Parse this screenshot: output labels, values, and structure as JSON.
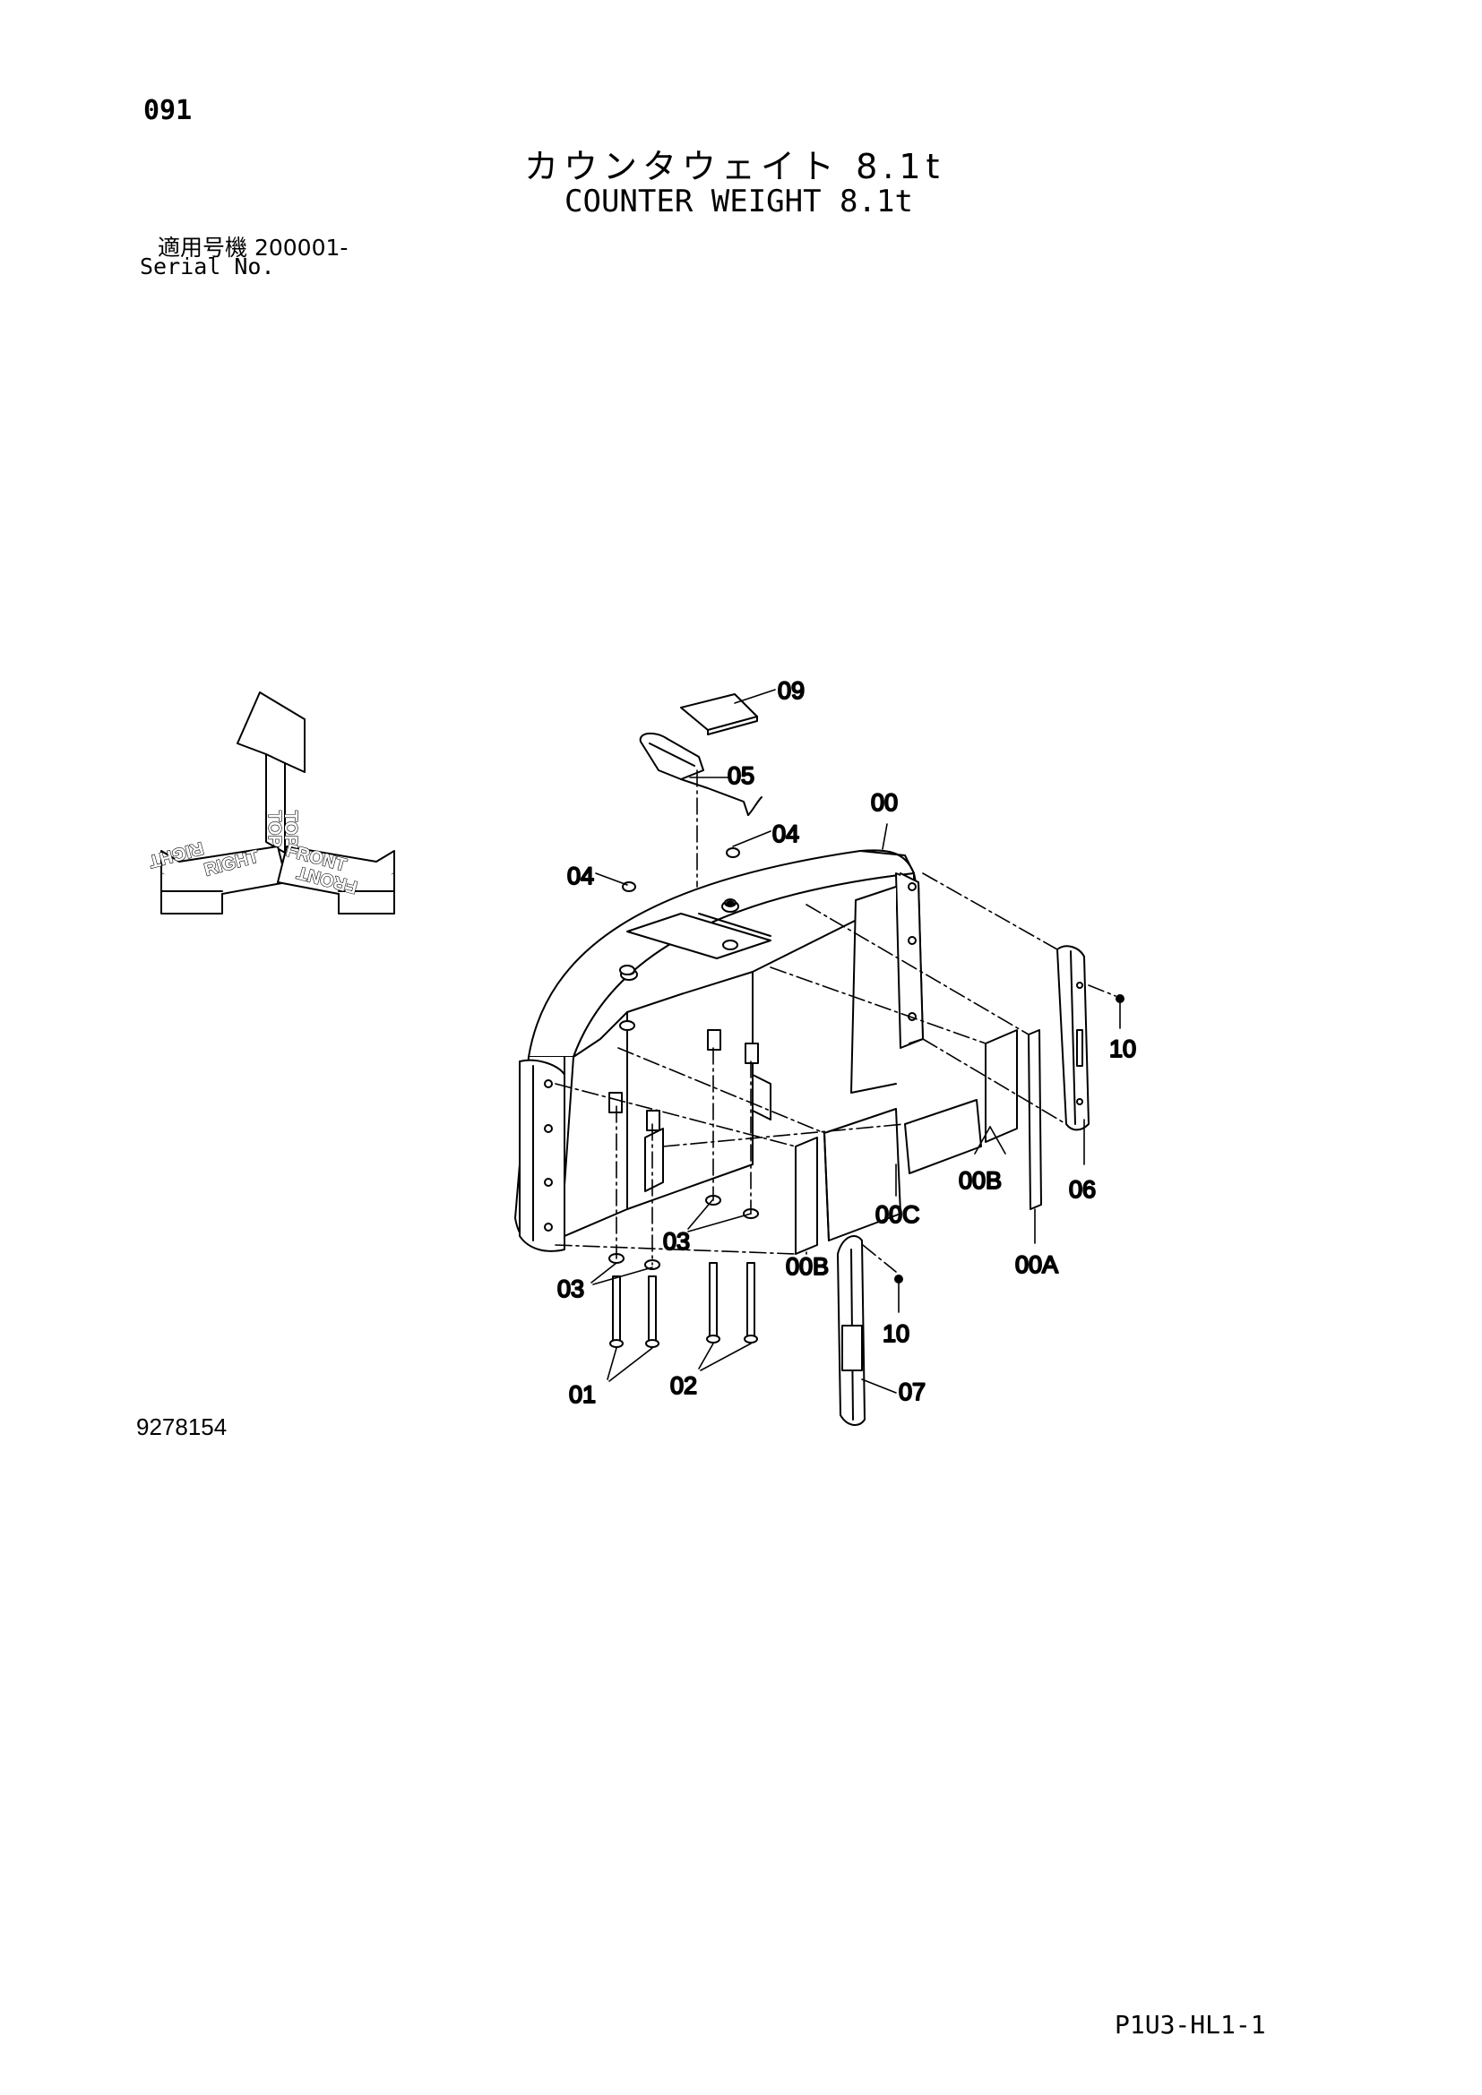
{
  "header": {
    "page_number": "091",
    "title_jp": "カウンタウェイト 8.1t",
    "title_en": "COUNTER WEIGHT 8.1t",
    "serial_label_jp": "適用号機  200001-",
    "serial_label_en": "Serial No."
  },
  "orientation_key": {
    "top": "TOP",
    "right": "RIGHT",
    "front": "FRONT"
  },
  "callouts": {
    "c09": "09",
    "c05": "05",
    "c00": "00",
    "c04_right": "04",
    "c04_left": "04",
    "c10_upper": "10",
    "c06": "06",
    "c00B_right": "00B",
    "c00C": "00C",
    "c00A": "00A",
    "c03_right": "03",
    "c00B_left": "00B",
    "c03_left": "03",
    "c10_lower": "10",
    "c01": "01",
    "c02": "02",
    "c07": "07"
  },
  "footer": {
    "drawing_number": "9278154",
    "sheet_code": "P1U3-HL1-1"
  }
}
